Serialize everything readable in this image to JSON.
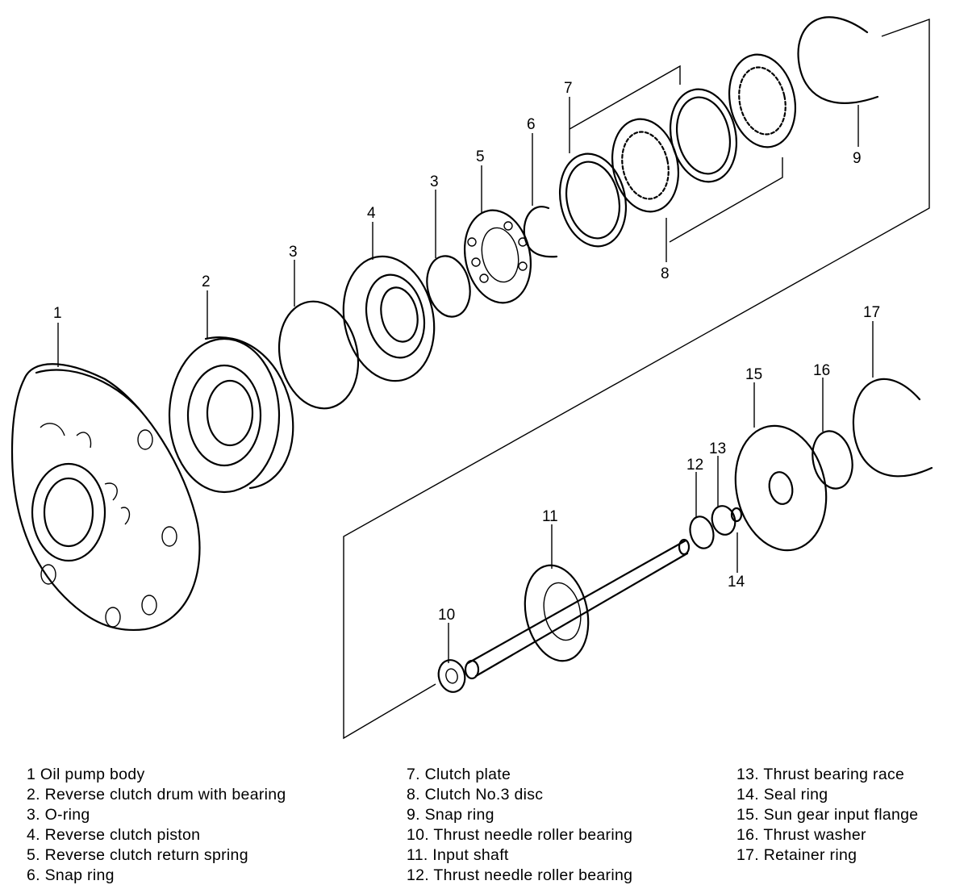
{
  "callouts": {
    "c1": "1",
    "c2": "2",
    "c3a": "3",
    "c3b": "3",
    "c4": "4",
    "c5": "5",
    "c6": "6",
    "c7": "7",
    "c8": "8",
    "c9": "9",
    "c10": "10",
    "c11": "11",
    "c12": "12",
    "c13": "13",
    "c14": "14",
    "c15": "15",
    "c16": "16",
    "c17": "17"
  },
  "legend": {
    "col1": [
      "1 Oil pump body",
      "2. Reverse clutch drum with bearing",
      "3. O-ring",
      "4. Reverse clutch piston",
      "5. Reverse clutch return spring",
      "6. Snap ring"
    ],
    "col2": [
      "7. Clutch plate",
      "8. Clutch No.3 disc",
      "9. Snap ring",
      "10. Thrust needle roller bearing",
      "11. Input shaft",
      "12. Thrust needle roller bearing"
    ],
    "col3": [
      "13. Thrust bearing race",
      "14. Seal ring",
      "15. Sun gear input flange",
      "16. Thrust washer",
      "17. Retainer ring"
    ]
  }
}
